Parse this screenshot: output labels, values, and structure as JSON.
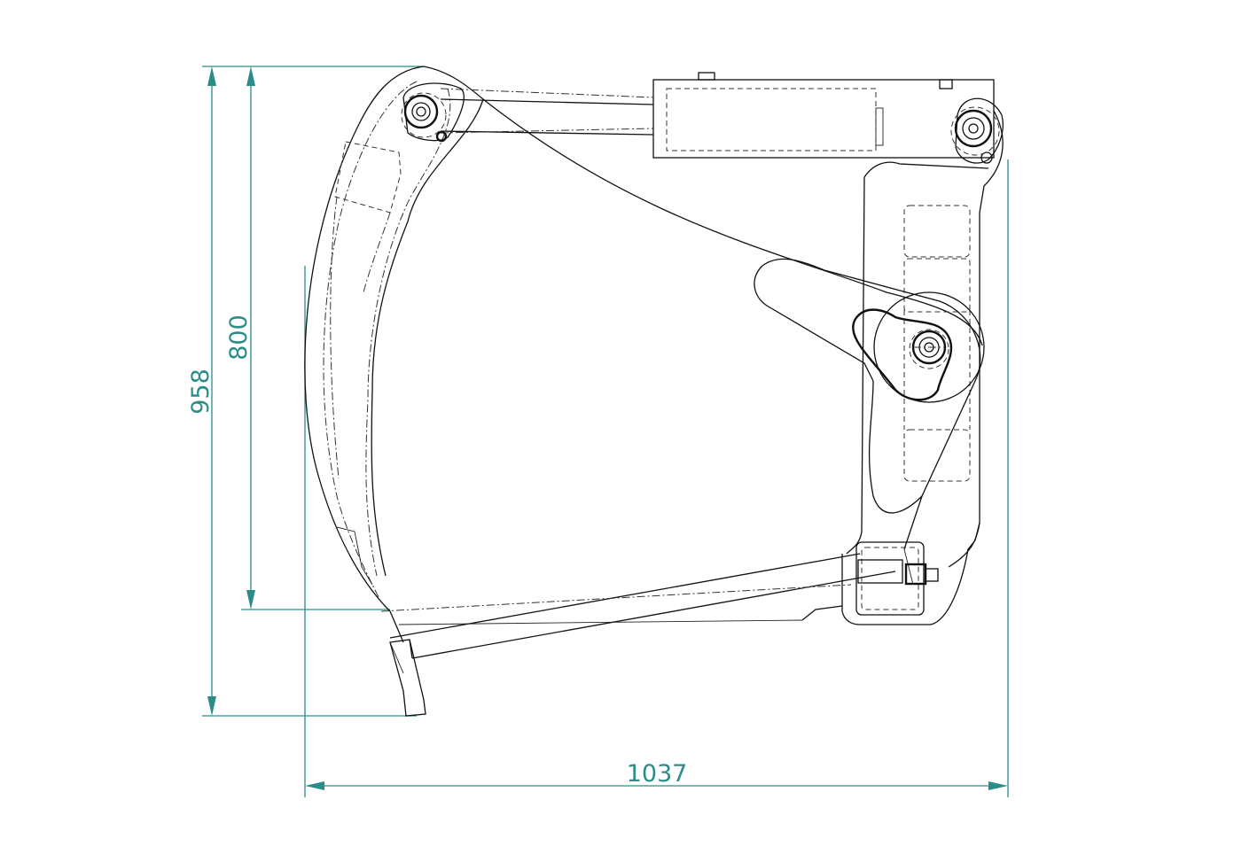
{
  "dimensions": {
    "overall_height": "958",
    "inner_height": "800",
    "overall_width": "1037"
  },
  "colors": {
    "dimension": "#2a8d8a",
    "outline": "#111111"
  }
}
